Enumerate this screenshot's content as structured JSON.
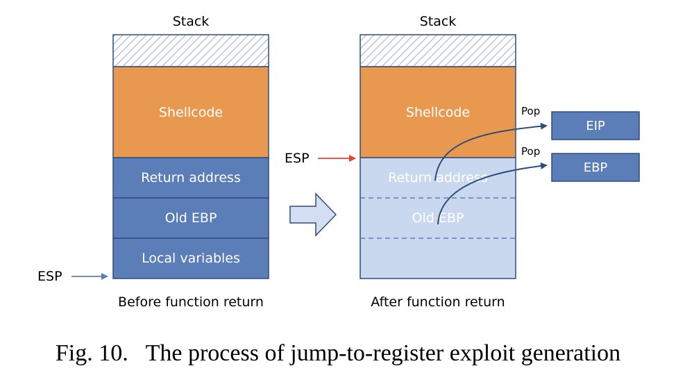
{
  "left_stack": {
    "title": "Stack",
    "blocks": {
      "shellcode": "Shellcode",
      "return_address": "Return address",
      "old_ebp": "Old EBP",
      "local_variables": "Local variables"
    },
    "esp_label": "ESP",
    "caption": "Before function return"
  },
  "right_stack": {
    "title": "Stack",
    "blocks": {
      "shellcode": "Shellcode",
      "return_address": "Return address",
      "old_ebp": "Old EBP"
    },
    "esp_label": "ESP",
    "caption": "After function return"
  },
  "registers": {
    "eip": "EIP",
    "ebp": "EBP",
    "pop_eip": "Pop",
    "pop_ebp": "Pop"
  },
  "figure_caption": "Fig. 10.   The process of jump-to-register exploit generation",
  "colors": {
    "shellcode": "#E8994F",
    "stack_blue": "#5B7DB8",
    "popped_blue": "#C9D8EE",
    "register_fill": "#5B7DB8",
    "border_dark": "#2F4C7A",
    "hatch": "#B9C6DC",
    "esp_arrow_blue": "#5B7DB8",
    "esp_arrow_red": "#E8412E",
    "curve": "#2F4C7A"
  }
}
